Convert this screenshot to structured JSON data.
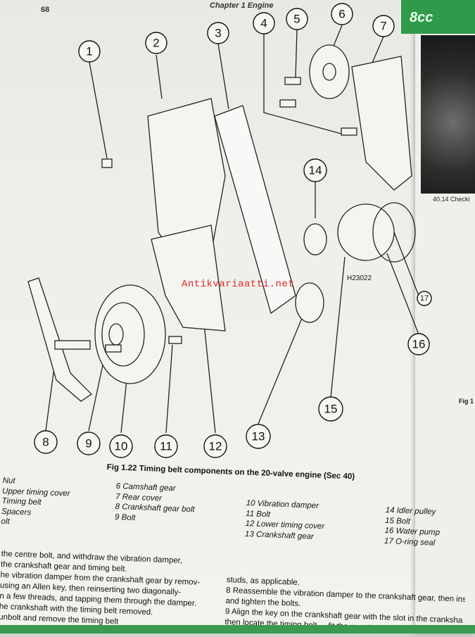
{
  "header": {
    "page_number": "68",
    "chapter": "Chapter 1  Engine"
  },
  "right_panel": {
    "banner": "8cc",
    "photo_caption": "40.14 Checki",
    "fig_label": "Fig 1"
  },
  "watermark": "Antikvariaatti.net",
  "drawing_code": "H23022",
  "callouts": [
    "1",
    "2",
    "3",
    "4",
    "5",
    "6",
    "7",
    "8",
    "9",
    "10",
    "11",
    "12",
    "13",
    "14",
    "15",
    "16",
    "17"
  ],
  "figure_caption": "Fig 1.22 Timing belt components on the 20-valve engine (Sec 40)",
  "legend": {
    "col1": [
      "Nut",
      "Upper timing cover",
      "Timing belt",
      "Spacers",
      "olt"
    ],
    "col2": [
      "6  Camshaft gear",
      "7  Rear cover",
      "8  Crankshaft gear bolt",
      "9  Bolt"
    ],
    "col3": [
      "10  Vibration damper",
      "11  Bolt",
      "12  Lower timing cover",
      "13  Crankshaft gear"
    ],
    "col4": [
      "14  Idler pulley",
      "15  Bolt",
      "16  Water pump",
      "17  O-ring seal"
    ]
  },
  "body_left": [
    "the centre bolt, and withdraw the vibration damper,",
    "the crankshaft gear and timing belt.",
    "he vibration damper from the crankshaft gear by remov-",
    "using an Allen key, then reinserting two diagonally-",
    "n a few threads, and tapping them through the damper.",
    "he crankshaft with the timing belt removed.",
    "unbolt and remove the timing belt"
  ],
  "body_right": [
    "studs, as applicable.",
    "8   Reassemble the vibration damper to the crankshaft gear, then ins",
    "and tighten the bolts.",
    "9   Align the key on the crankshaft gear with the slot in the cranksha",
    "then locate the timing belt ... fit the gear to"
  ]
}
